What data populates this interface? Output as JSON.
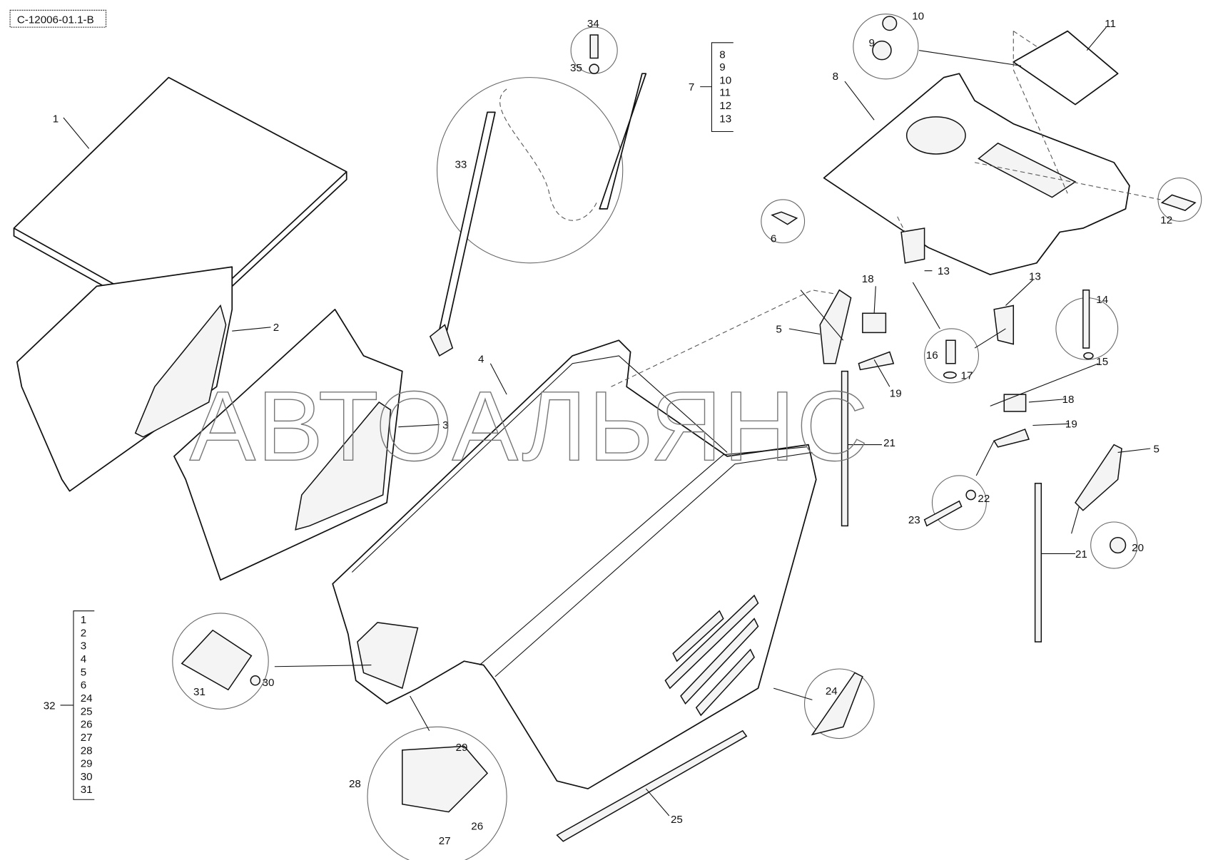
{
  "drawing_code": "C-12006-01.1-B",
  "watermark": "АВТОАЛЬЯНС",
  "group_7": {
    "label": "7",
    "items": [
      "8",
      "9",
      "10",
      "11",
      "12",
      "13"
    ]
  },
  "group_32": {
    "label": "32",
    "items": [
      "1",
      "2",
      "3",
      "4",
      "5",
      "6",
      "24",
      "25",
      "26",
      "27",
      "28",
      "29",
      "30",
      "31"
    ]
  },
  "callouts": [
    "1",
    "2",
    "3",
    "4",
    "5",
    "5",
    "6",
    "8",
    "9",
    "10",
    "11",
    "12",
    "13",
    "13",
    "14",
    "15",
    "16",
    "17",
    "18",
    "18",
    "19",
    "19",
    "20",
    "21",
    "21",
    "22",
    "23",
    "24",
    "25",
    "26",
    "27",
    "28",
    "29",
    "30",
    "31",
    "33",
    "34",
    "35"
  ]
}
